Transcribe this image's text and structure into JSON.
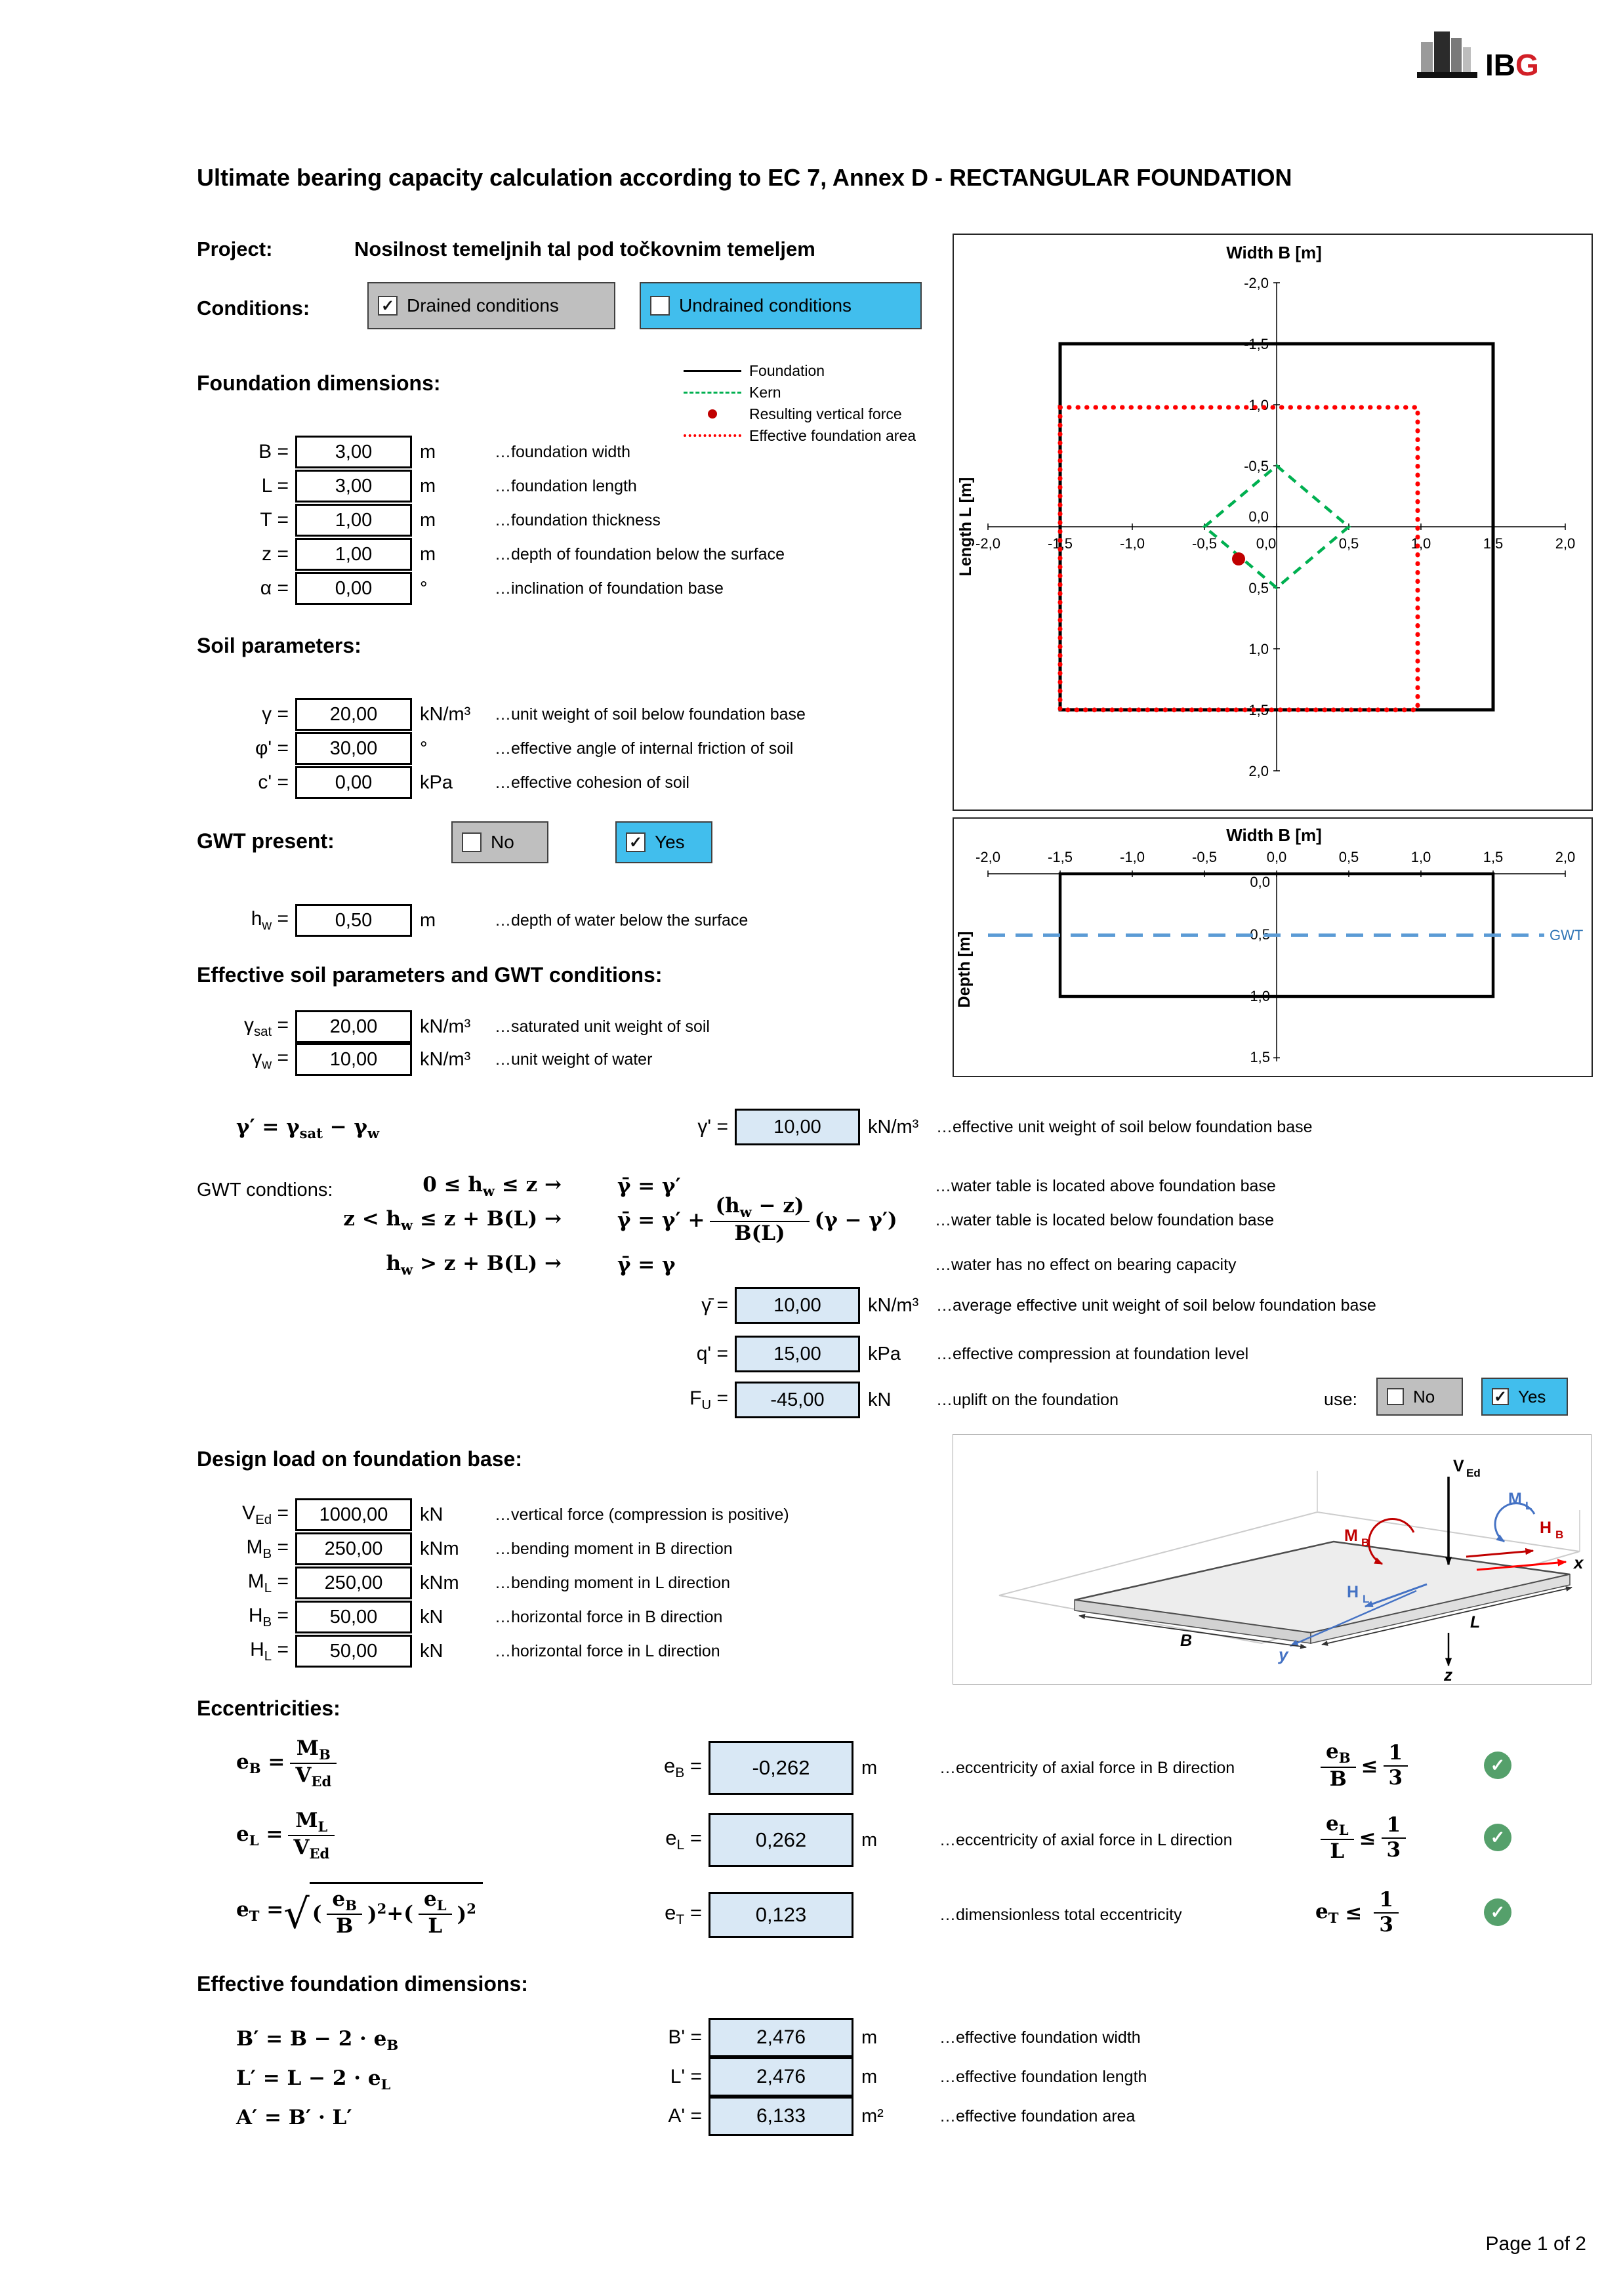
{
  "logo": {
    "ib": "IB",
    "g": "G"
  },
  "title": "Ultimate bearing capacity calculation according to EC 7, Annex D - RECTANGULAR FOUNDATION",
  "project": {
    "label": "Project:",
    "value": "Nosilnost temeljnih tal pod točkovnim temeljem"
  },
  "conditions": {
    "label": "Conditions:",
    "drained": "Drained conditions",
    "undrained": "Undrained conditions"
  },
  "legend": {
    "foundation": "Foundation",
    "kern": "Kern",
    "force": "Resulting vertical force",
    "effective": "Effective foundation area"
  },
  "foundation": {
    "heading": "Foundation dimensions:",
    "b": {
      "sym": "B =",
      "value": "3,00",
      "unit": "m",
      "desc": "…foundation width"
    },
    "l": {
      "sym": "L =",
      "value": "3,00",
      "unit": "m",
      "desc": "…foundation length"
    },
    "t": {
      "sym": "T =",
      "value": "1,00",
      "unit": "m",
      "desc": "…foundation thickness"
    },
    "z": {
      "sym": "z =",
      "value": "1,00",
      "unit": "m",
      "desc": "…depth of foundation below the surface"
    },
    "alpha": {
      "sym": "α =",
      "value": "0,00",
      "unit": "°",
      "desc": "…inclination of foundation base"
    }
  },
  "soil": {
    "heading": "Soil parameters:",
    "gamma": {
      "sym": "γ =",
      "value": "20,00",
      "unit": "kN/m³",
      "desc": "…unit weight of soil below foundation base"
    },
    "phi": {
      "sym": "φ' =",
      "value": "30,00",
      "unit": "°",
      "desc": "…effective angle of internal friction of soil"
    },
    "c": {
      "sym": "c' =",
      "value": "0,00",
      "unit": "kPa",
      "desc": "…effective cohesion of soil"
    }
  },
  "gwt": {
    "heading": "GWT present:",
    "no": "No",
    "yes": "Yes",
    "hw": {
      "pre": "h",
      "sub": "w",
      "post": " =",
      "value": "0,50",
      "unit": "m",
      "desc": "…depth of water below the surface"
    }
  },
  "eff_soil": {
    "heading": "Effective soil parameters and GWT conditions:",
    "gsat": {
      "pre": "γ",
      "sub": "sat",
      "post": " =",
      "value": "20,00",
      "unit": "kN/m³",
      "desc": "…saturated unit weight of soil"
    },
    "gw": {
      "pre": "γ",
      "sub": "w",
      "post": " =",
      "value": "10,00",
      "unit": "kN/m³",
      "desc": "…unit weight of water"
    },
    "def": {
      "p1": "γ′ = γ",
      "s1": "sat",
      "p2": " − γ",
      "s2": "w"
    },
    "gp": {
      "label": "γ' =",
      "value": "10,00",
      "unit": "kN/m³",
      "desc": "…effective unit weight of soil below foundation base"
    }
  },
  "gwtc": {
    "label": "GWT condtions:",
    "c1": {
      "a1": "0 ≤ h",
      "as1": "w",
      "a2": " ≤ z →",
      "r1": "γ̄ = γ′",
      "desc": "…water table is located above foundation base"
    },
    "c2": {
      "a1": "z < h",
      "as1": "w",
      "a2": " ≤ z + B(L) →",
      "r1": "γ̄ = γ′ +",
      "n1": "(h",
      "ns1": "w",
      "n2": " − z)",
      "d1": "B(L)",
      "r2": "(γ − γ′)",
      "desc": "…water table is located below foundation base"
    },
    "c3": {
      "a1": "h",
      "as1": "w",
      "a2": " > z + B(L) →",
      "r1": "γ̄ = γ",
      "desc": "…water has no effect on bearing capacity"
    },
    "gbar": {
      "label": "γ̄ =",
      "value": "10,00",
      "unit": "kN/m³",
      "desc": "…average effective unit weight of soil below foundation base"
    },
    "q": {
      "label": "q' =",
      "value": "15,00",
      "unit": "kPa",
      "desc": "…effective compression at foundation level"
    },
    "fu": {
      "pre": "F",
      "sub": "U",
      "post": " =",
      "value": "-45,00",
      "unit": "kN",
      "desc": "…uplift on the foundation",
      "use": "use:",
      "no": "No",
      "yes": "Yes"
    }
  },
  "loads": {
    "heading": "Design load on foundation base:",
    "ved": {
      "pre": "V",
      "sub": "Ed",
      "post": " =",
      "value": "1000,00",
      "unit": "kN",
      "desc": "…vertical force (compression is positive)"
    },
    "mb": {
      "pre": "M",
      "sub": "B",
      "post": " =",
      "value": "250,00",
      "unit": "kNm",
      "desc": "…bending moment in B direction"
    },
    "ml": {
      "pre": "M",
      "sub": "L",
      "post": " =",
      "value": "250,00",
      "unit": "kNm",
      "desc": "…bending moment in L direction"
    },
    "hb": {
      "pre": "H",
      "sub": "B",
      "post": " =",
      "value": "50,00",
      "unit": "kN",
      "desc": "…horizontal force in B direction"
    },
    "hl": {
      "pre": "H",
      "sub": "L",
      "post": " =",
      "value": "50,00",
      "unit": "kN",
      "desc": "…horizontal force in L direction"
    }
  },
  "ecc": {
    "heading": "Eccentricities:",
    "feb": {
      "l1": "e",
      "ls": "B",
      "eq": " = ",
      "np": "M",
      "ns": "B",
      "dp": "V",
      "ds": "Ed"
    },
    "fel": {
      "l1": "e",
      "ls": "L",
      "eq": " = ",
      "np": "M",
      "ns": "L",
      "dp": "V",
      "ds": "Ed"
    },
    "fet": {
      "l1": "e",
      "ls": "T",
      "eq": " = ",
      "rad": "√",
      "o1": "(",
      "n1": "e",
      "n1s": "B",
      "d1": "B",
      "c1": ")",
      "s1": "2",
      "plus": " + ",
      "o2": "(",
      "n2": "e",
      "n2s": "L",
      "d2": "L",
      "c2": ")",
      "s2": "2"
    },
    "eb": {
      "pre": "e",
      "sub": "B",
      "post": " =",
      "value": "-0,262",
      "unit": "m",
      "desc": "…eccentricity of axial force in B direction"
    },
    "el": {
      "pre": "e",
      "sub": "L",
      "post": " =",
      "value": "0,262",
      "unit": "m",
      "desc": "…eccentricity of axial force in L direction"
    },
    "et": {
      "pre": "e",
      "sub": "T",
      "post": " =",
      "value": "0,123",
      "unit": "",
      "desc": "…dimensionless total eccentricity"
    },
    "keb": {
      "np": "e",
      "ns": "B",
      "d": "B",
      "le": "≤",
      "fn": "1",
      "fd": "3"
    },
    "kel": {
      "np": "e",
      "ns": "L",
      "d": "L",
      "le": "≤",
      "fn": "1",
      "fd": "3"
    },
    "ket": {
      "lp": "e",
      "lps": "T",
      "le": "≤",
      "fn": "1",
      "fd": "3"
    }
  },
  "effdim": {
    "heading": "Effective foundation dimensions:",
    "fb": {
      "p1": "B′ = B − 2 · e",
      "s1": "B"
    },
    "fl": {
      "p1": "L′ = L − 2 · e",
      "s1": "L"
    },
    "fa": {
      "p1": "A′ = B′ · L′"
    },
    "b": {
      "label": "B' =",
      "value": "2,476",
      "unit": "m",
      "desc": "…effective foundation width"
    },
    "l": {
      "label": "L' =",
      "value": "2,476",
      "unit": "m",
      "desc": "…effective foundation length"
    },
    "a": {
      "label": "A' =",
      "value": "6,133",
      "unit": "m²",
      "desc": "…effective foundation area"
    }
  },
  "chart_plan": {
    "title": "Width B [m]",
    "ylabel": "Length L [m]",
    "xticks": [
      "-2,0",
      "-1,5",
      "-1,0",
      "-0,5",
      "0,0",
      "0,5",
      "1,0",
      "1,5",
      "2,0"
    ],
    "yticks": [
      "-2,0",
      "-1,5",
      "-1,0",
      "-0,5",
      "0,0",
      "0,5",
      "1,0",
      "1,5",
      "2,0"
    ]
  },
  "chart_section": {
    "title": "Width B [m]",
    "ylabel": "Depth [m]",
    "xticks": [
      "-2,0",
      "-1,5",
      "-1,0",
      "-0,5",
      "0,0",
      "0,5",
      "1,0",
      "1,5",
      "2,0"
    ],
    "yticks": [
      "0,0",
      "0,5",
      "1,0",
      "1,5"
    ],
    "gwt": "GWT"
  },
  "d3": {
    "vp": "V",
    "vs": "Ed",
    "mlp": "M",
    "mls": "L",
    "mbp": "M",
    "mbs": "B",
    "hbp": "H",
    "hbs": "B",
    "hlp": "H",
    "hls": "L",
    "x": "x",
    "y": "y",
    "z": "z",
    "B": "B",
    "L": "L"
  },
  "footer": {
    "page": "Page 1 of 2"
  }
}
